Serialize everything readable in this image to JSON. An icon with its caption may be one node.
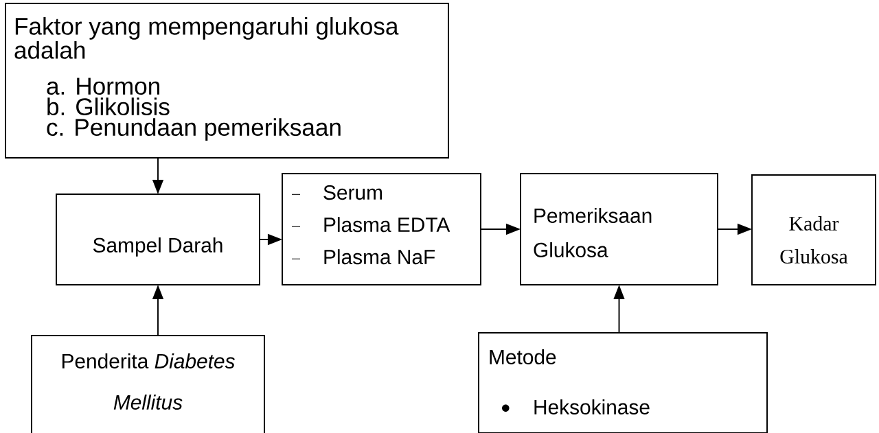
{
  "diagram": {
    "nodes": [
      {
        "text": [
          "Faktor yang mempengaruhi glukosa adalah",
          "a. Hormon",
          "b. Glikolisis",
          "c. Penundaan pemeriksaan"
        ]
      },
      {
        "text": [
          "Sampel Darah"
        ]
      },
      {
        "text": [
          "Serum",
          "Plasma EDTA",
          "Plasma NaF"
        ]
      },
      {
        "text": [
          "Pemeriksaan Glukosa"
        ]
      },
      {
        "text": [
          "Kadar Glukosa"
        ]
      },
      {
        "text": [
          "Penderita *Diabetes Mellitus*"
        ]
      },
      {
        "text": [
          "Metode",
          "Heksokinase"
        ]
      }
    ],
    "edges": [
      {
        "from": 0,
        "to": 1,
        "arrow": "to"
      },
      {
        "from": 5,
        "to": 1,
        "arrow": "to"
      },
      {
        "from": 1,
        "to": 2,
        "arrow": "to"
      },
      {
        "from": 2,
        "to": 3,
        "arrow": "to"
      },
      {
        "from": 3,
        "to": 4,
        "arrow": "to"
      },
      {
        "from": 6,
        "to": 3,
        "arrow": "to"
      }
    ]
  }
}
